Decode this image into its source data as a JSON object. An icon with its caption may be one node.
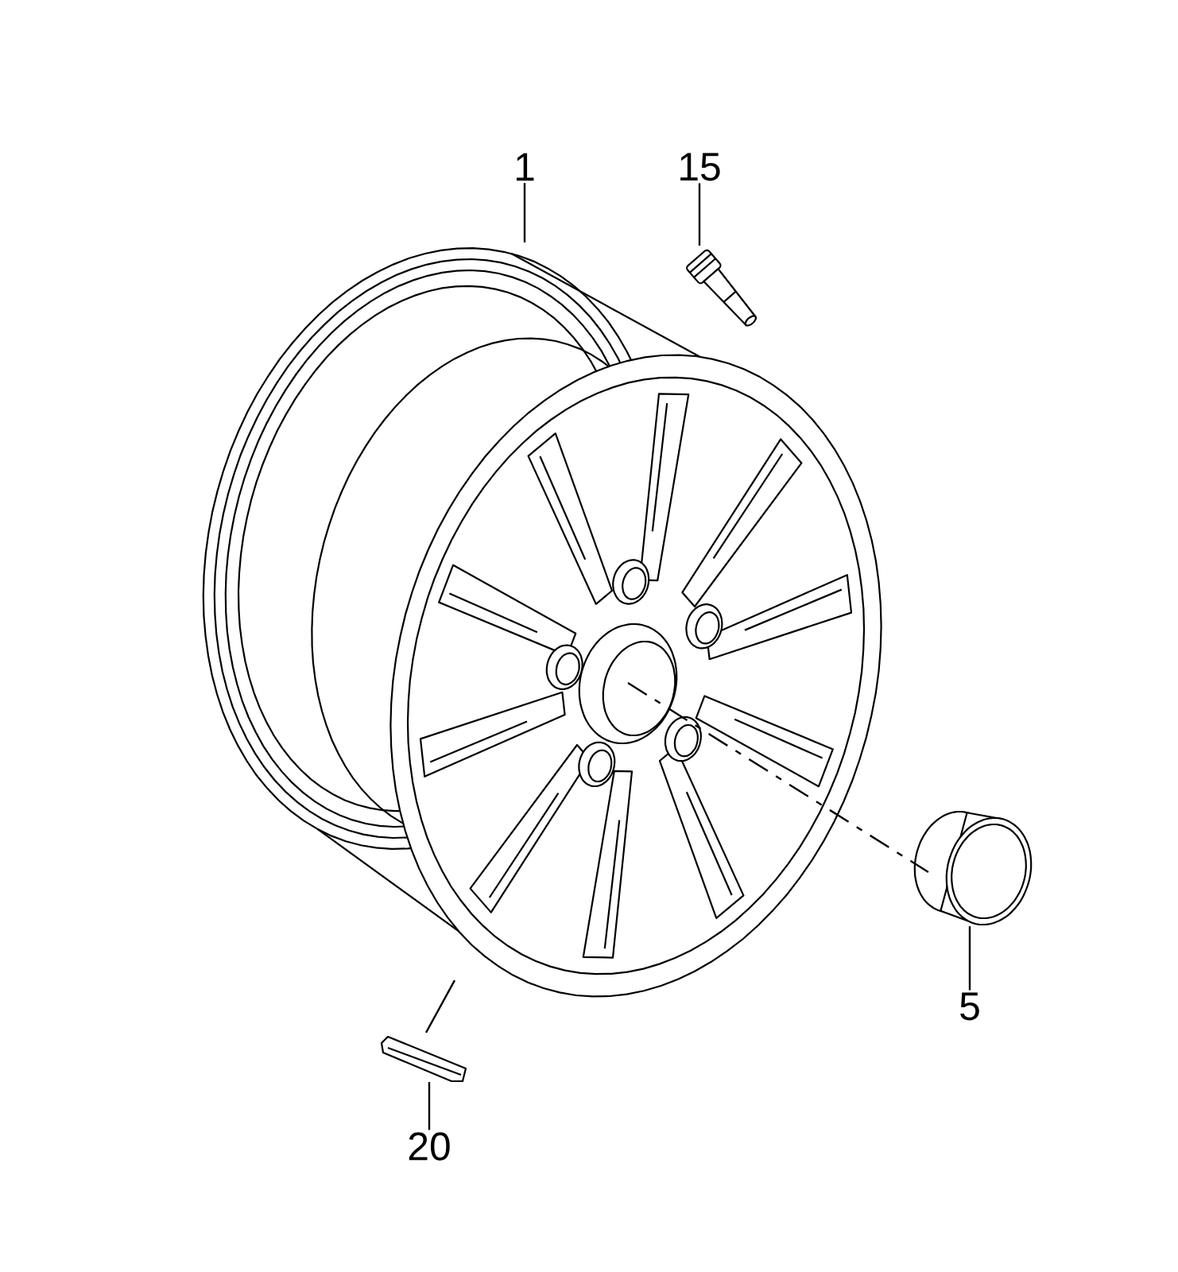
{
  "diagram": {
    "nodes": [
      {
        "text": [
          "1"
        ]
      },
      {
        "text": [
          "15"
        ]
      },
      {
        "text": [],
        "shape": "picture"
      },
      {
        "text": [],
        "shape": "picture"
      },
      {
        "text": [],
        "shape": "picture"
      },
      {
        "text": [],
        "shape": "picture"
      },
      {
        "text": [
          "5"
        ]
      },
      {
        "text": [
          "20"
        ]
      }
    ],
    "edges": [
      {
        "from": 0,
        "to": 2,
        "arrow": "none"
      },
      {
        "from": 1,
        "to": 3,
        "arrow": "none"
      },
      {
        "from": 6,
        "to": 4,
        "arrow": "none"
      },
      {
        "from": 7,
        "to": 5,
        "arrow": "none"
      },
      {
        "from": 5,
        "to": 2,
        "arrow": "none"
      },
      {
        "from": 2,
        "to": 4,
        "arrow": "none",
        "style": "dashed"
      }
    ]
  }
}
